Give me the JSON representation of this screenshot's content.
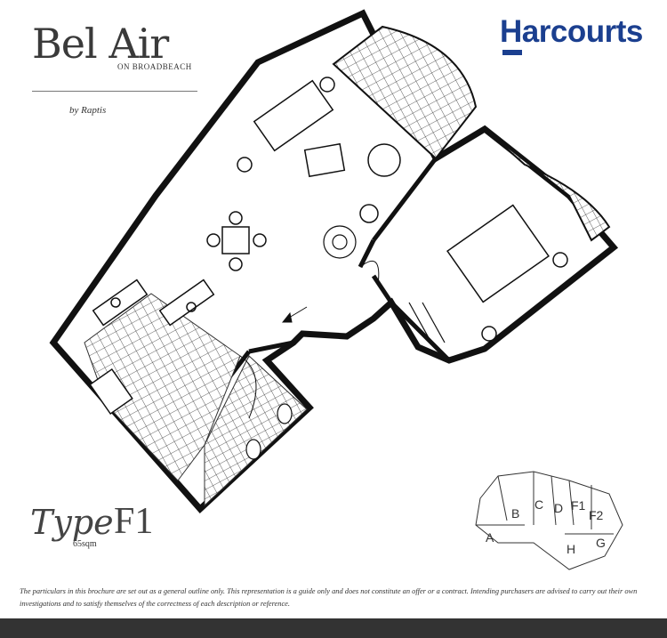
{
  "brand": {
    "title": "Bel Air",
    "subtitle": "ON BROADBEACH",
    "by_line": "by Raptis"
  },
  "agency": {
    "name": "Harcourts",
    "color": "#1b3f8f"
  },
  "unit": {
    "type_label": "Type",
    "type_code": "F1",
    "area": "65sqm"
  },
  "key_plan": {
    "units": [
      "A",
      "B",
      "C",
      "D",
      "F1",
      "F2",
      "G",
      "H"
    ],
    "highlighted": "F1"
  },
  "disclaimer": "The particulars in this brochure are set out as a general outline only. This representation is a guide only and does not constitute an offer or a contract. Intending purchasers are advised to carry out their own investigations and to satisfy themselves of the correctness of each description or reference."
}
